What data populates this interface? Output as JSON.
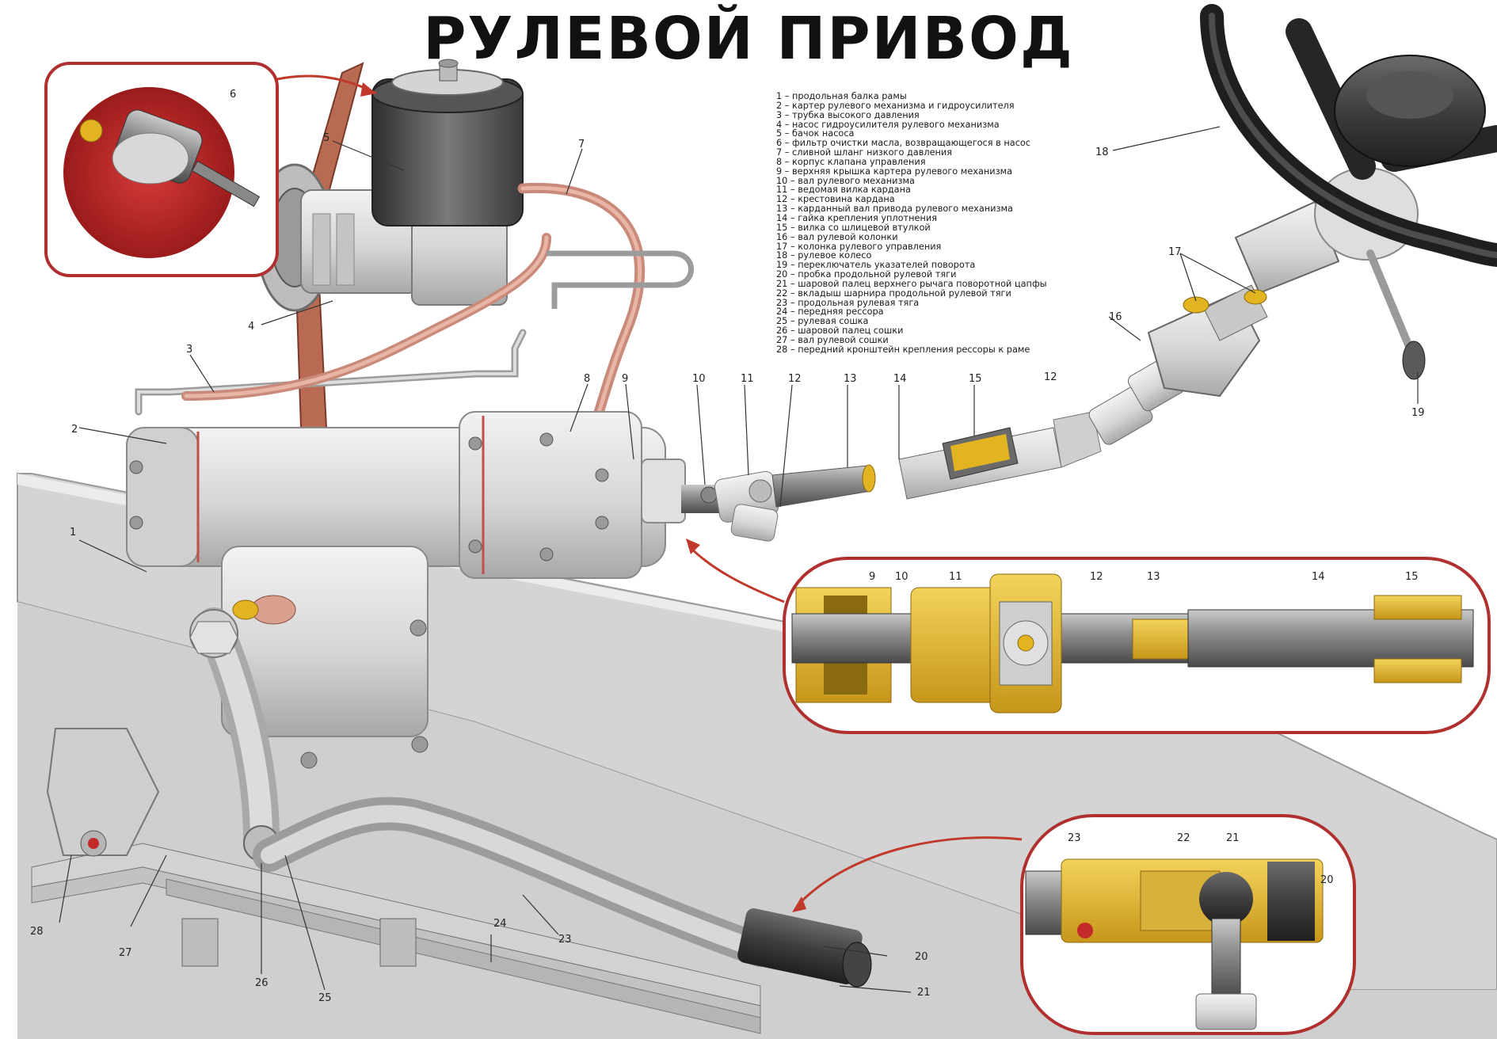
{
  "title": "РУЛЕВОЙ ПРИВОД",
  "legend": [
    {
      "num": "1",
      "text": "1 – продольная балка рамы"
    },
    {
      "num": "2",
      "text": "2 – картер рулевого механизма и гидроусилителя"
    },
    {
      "num": "3",
      "text": "3 – трубка высокого давления"
    },
    {
      "num": "4",
      "text": "4 – насос гидроусилителя рулевого механизма"
    },
    {
      "num": "5",
      "text": "5 – бачок насоса"
    },
    {
      "num": "6",
      "text": "6 – фильтр очистки масла, возвращающегося в насос"
    },
    {
      "num": "7",
      "text": "7 – сливной шланг низкого давления"
    },
    {
      "num": "8",
      "text": "8 – корпус клапана управления"
    },
    {
      "num": "9",
      "text": "9 – верхняя крышка картера рулевого механизма"
    },
    {
      "num": "10",
      "text": "10 – вал рулевого механизма"
    },
    {
      "num": "11",
      "text": "11 – ведомая вилка кардана"
    },
    {
      "num": "12",
      "text": "12 – крестовина кардана"
    },
    {
      "num": "13",
      "text": "13 – карданный вал привода рулевого механизма"
    },
    {
      "num": "14",
      "text": "14 – гайка крепления уплотнения"
    },
    {
      "num": "15",
      "text": "15 – вилка со шлицевой втулкой"
    },
    {
      "num": "16",
      "text": "16 – вал рулевой колонки"
    },
    {
      "num": "17",
      "text": "17 – колонка рулевого управления"
    },
    {
      "num": "18",
      "text": "18 – рулевое колесо"
    },
    {
      "num": "19",
      "text": "19 – переключатель указателей поворота"
    },
    {
      "num": "20",
      "text": "20 – пробка продольной рулевой тяги"
    },
    {
      "num": "21",
      "text": "21 – шаровой палец верхнего рычага поворотной цапфы"
    },
    {
      "num": "22",
      "text": "22 – вкладыш шарнира продольной рулевой тяги"
    },
    {
      "num": "23",
      "text": "23 – продольная рулевая тяга"
    },
    {
      "num": "24",
      "text": "24 – передняя рессора"
    },
    {
      "num": "25",
      "text": "25 – рулевая сошка"
    },
    {
      "num": "26",
      "text": "26 – шаровой палец сошки"
    },
    {
      "num": "27",
      "text": "27 – вал рулевой сошки"
    },
    {
      "num": "28",
      "text": "28 – передний кронштейн крепления рессоры к раме"
    }
  ],
  "callouts": {
    "c1": "1",
    "c2": "2",
    "c3": "3",
    "c4": "4",
    "c5": "5",
    "c6": "6",
    "c7": "7",
    "c8": "8",
    "c9": "9",
    "c10": "10",
    "c11": "11",
    "c12": "12",
    "c13": "13",
    "c14": "14",
    "c15": "15",
    "c16": "16",
    "c17": "17",
    "c18": "18",
    "c19": "19",
    "c20": "20",
    "c21": "21",
    "c23": "23",
    "c24": "24",
    "c25": "25",
    "c26": "26",
    "c27": "27",
    "c28": "28"
  },
  "inset_shaft": {
    "i9": "9",
    "i10": "10",
    "i11": "11",
    "i12": "12",
    "i13": "13",
    "i14": "14",
    "i15": "15"
  },
  "inset_joint": {
    "j20": "20",
    "j21": "21",
    "j22": "22",
    "j23": "23"
  },
  "colors": {
    "part_gray": "#dcdcdc",
    "part_shadow": "#a9a9a9",
    "oil_line": "#d9a08f",
    "insert_red": "#c52a2a",
    "brass": "#e3b421",
    "frame_line": "#b03030",
    "dark_rubber": "#262626"
  }
}
